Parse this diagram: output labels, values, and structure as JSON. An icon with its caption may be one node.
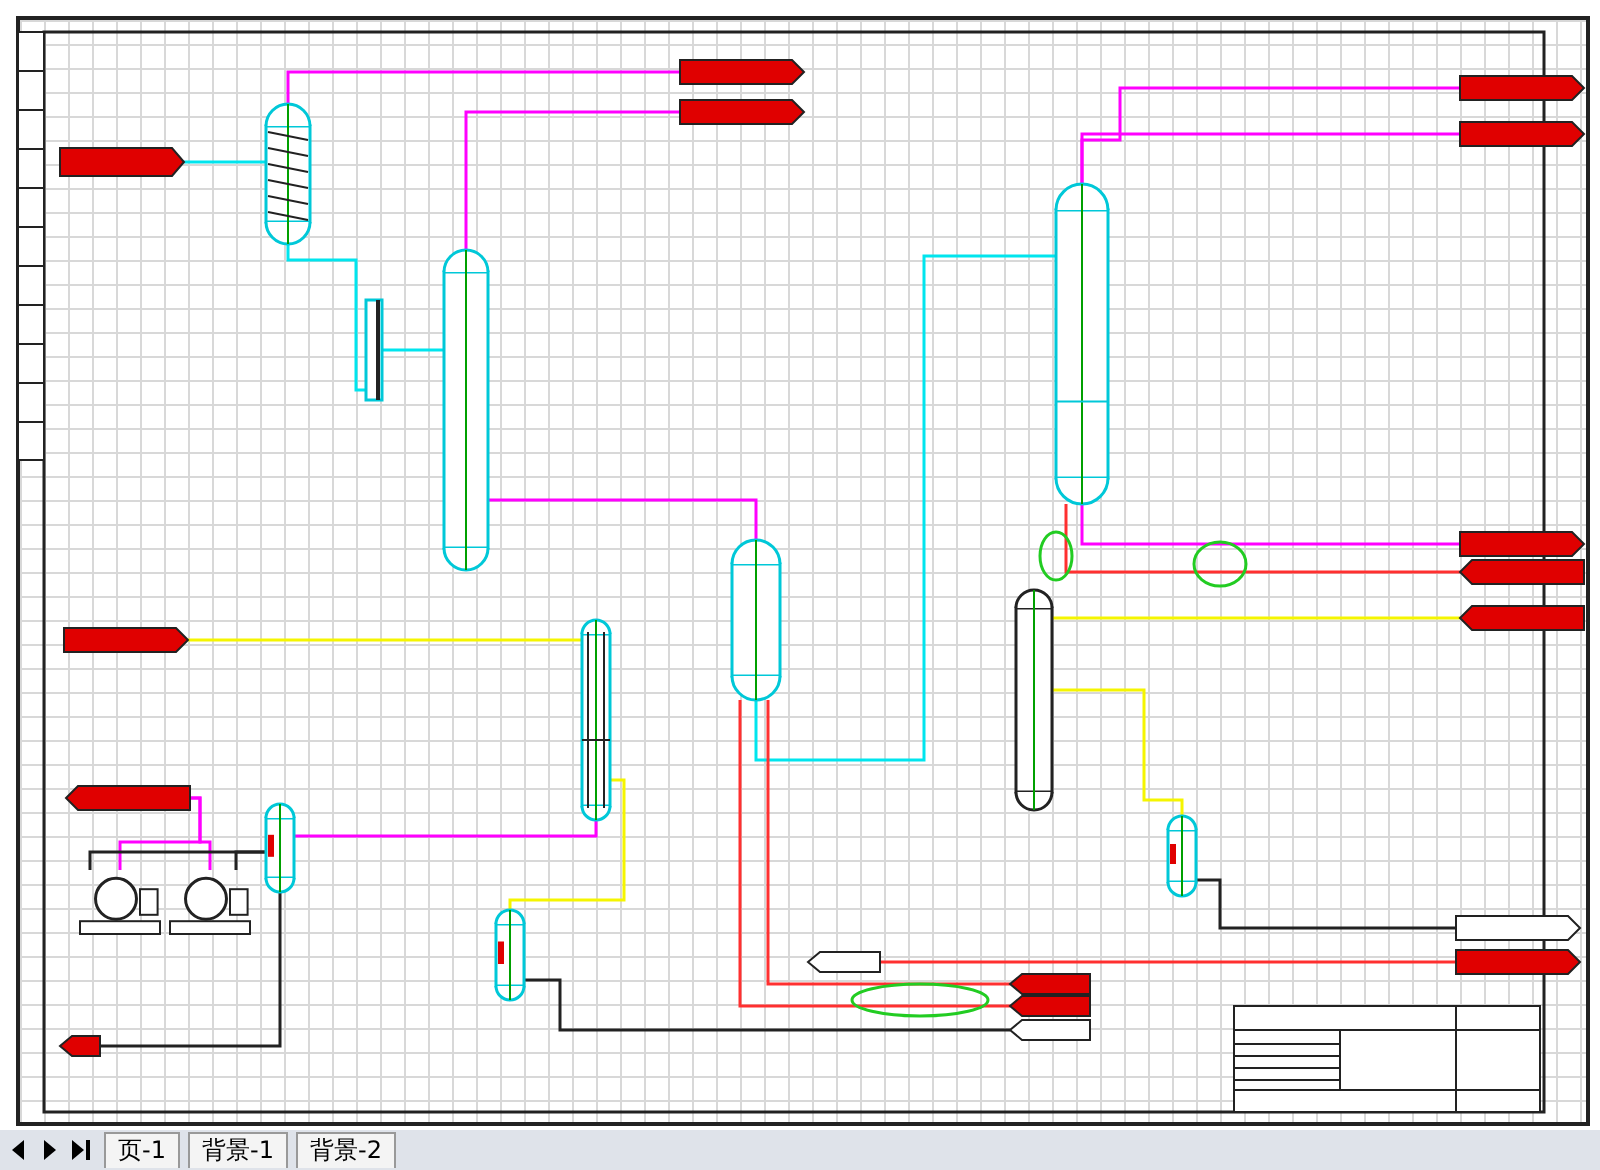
{
  "diagram": {
    "nodes": [
      {
        "text": [],
        "shape": "pentagon"
      },
      {
        "text": [],
        "shape": "cylinder"
      },
      {
        "text": [],
        "shape": "pentagon"
      },
      {
        "text": [],
        "shape": "pentagon"
      },
      {
        "text": [],
        "shape": "cylinder"
      },
      {
        "text": [],
        "shape": "bar"
      },
      {
        "text": [],
        "shape": "cylinder"
      },
      {
        "text": [],
        "shape": "pentagon"
      },
      {
        "text": [],
        "shape": "pentagon"
      },
      {
        "text": [],
        "shape": "pentagon"
      },
      {
        "text": [],
        "shape": "cylinder"
      },
      {
        "text": [],
        "shape": "cylinder"
      },
      {
        "text": [],
        "shape": "cylinder"
      },
      {
        "text": [],
        "shape": "pentagon"
      },
      {
        "text": [],
        "shape": "pentagon"
      },
      {
        "text": [],
        "shape": "pentagon"
      },
      {
        "text": [],
        "shape": "pentagon"
      },
      {
        "text": [],
        "shape": "pump"
      },
      {
        "text": [],
        "shape": "pump"
      },
      {
        "text": [],
        "shape": "cylinder"
      },
      {
        "text": [],
        "shape": "pentagon"
      },
      {
        "text": [],
        "shape": "cylinder"
      },
      {
        "text": [],
        "shape": "cylinder"
      },
      {
        "text": [],
        "shape": "pentagon"
      },
      {
        "text": [],
        "shape": "pentagon"
      },
      {
        "text": [],
        "shape": "pentagon"
      },
      {
        "text": [],
        "shape": "pentagon"
      },
      {
        "text": [],
        "shape": "pentagon"
      },
      {
        "text": [],
        "shape": "pentagon"
      }
    ],
    "edges": [
      {
        "from": 0,
        "to": 1,
        "arrow": "none",
        "color": "#00e5ee"
      },
      {
        "from": 1,
        "to": 2,
        "arrow": "none",
        "color": "#ff00ff"
      },
      {
        "from": 4,
        "to": 3,
        "arrow": "none",
        "color": "#ff00ff"
      },
      {
        "from": 1,
        "to": 5,
        "arrow": "none",
        "color": "#00e5ee"
      },
      {
        "from": 5,
        "to": 4,
        "arrow": "none",
        "color": "#00e5ee"
      },
      {
        "from": 4,
        "to": 11,
        "arrow": "none",
        "color": "#ff00ff"
      },
      {
        "from": 6,
        "to": 7,
        "arrow": "none",
        "color": "#ff00ff"
      },
      {
        "from": 6,
        "to": 8,
        "arrow": "none",
        "color": "#ff00ff"
      },
      {
        "from": 9,
        "to": 10,
        "arrow": "none",
        "color": "#f5f500"
      },
      {
        "from": 19,
        "to": 10,
        "arrow": "none",
        "color": "#ff00ff"
      },
      {
        "from": 17,
        "to": 16,
        "arrow": "none",
        "color": "#ff00ff"
      },
      {
        "from": 18,
        "to": 16,
        "arrow": "none",
        "color": "#ff00ff"
      },
      {
        "from": 17,
        "to": 19,
        "arrow": "none",
        "color": "#222222"
      },
      {
        "from": 18,
        "to": 19,
        "arrow": "none",
        "color": "#222222"
      },
      {
        "from": 19,
        "to": 20,
        "arrow": "none",
        "color": "#222222"
      },
      {
        "from": 11,
        "to": 6,
        "arrow": "none",
        "color": "#00e5ee"
      },
      {
        "from": 6,
        "to": 13,
        "arrow": "none",
        "color": "#ff00ff"
      },
      {
        "from": 6,
        "to": 14,
        "arrow": "none",
        "color": "#ff3030"
      },
      {
        "from": 12,
        "to": 15,
        "arrow": "none",
        "color": "#f5f500"
      },
      {
        "from": 12,
        "to": 22,
        "arrow": "none",
        "color": "#f5f500"
      },
      {
        "from": 22,
        "to": 23,
        "arrow": "none",
        "color": "#222222"
      },
      {
        "from": 10,
        "to": 21,
        "arrow": "none",
        "color": "#f5f500"
      },
      {
        "from": 28,
        "to": 24,
        "arrow": "none",
        "color": "#ff3030"
      },
      {
        "from": 11,
        "to": 25,
        "arrow": "none",
        "color": "#ff3030"
      },
      {
        "from": 11,
        "to": 26,
        "arrow": "none",
        "color": "#ff3030"
      },
      {
        "from": 21,
        "to": 27,
        "arrow": "none",
        "color": "#222222"
      }
    ],
    "labels": [
      "页-1",
      "背景-1",
      "背景-2"
    ]
  }
}
